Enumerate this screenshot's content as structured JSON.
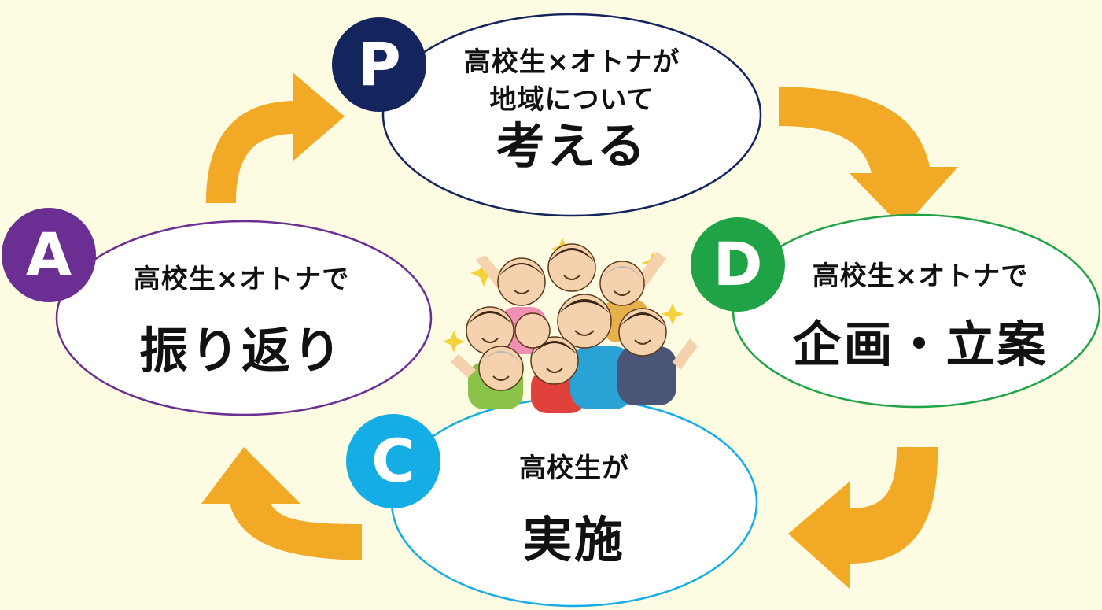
{
  "stages": {
    "plan": {
      "badge": "P",
      "sub_line1": "高校生×オトナが",
      "sub_line2": "地域について",
      "main": "考える",
      "color": "#14255e"
    },
    "do": {
      "badge": "D",
      "sub_line1": "高校生×オトナで",
      "main": "企画・立案",
      "color": "#1fa346"
    },
    "check": {
      "badge": "C",
      "sub_line1": "高校生が",
      "main": "実施",
      "color": "#15ade6"
    },
    "act": {
      "badge": "A",
      "sub_line1": "高校生×オトナで",
      "main": "振り返り",
      "color": "#6b2e92"
    }
  },
  "colors": {
    "background": "#fdfbe2",
    "arrow": "#f2a925"
  },
  "center_illustration": {
    "icon": "group-of-people-cheering-icon"
  }
}
